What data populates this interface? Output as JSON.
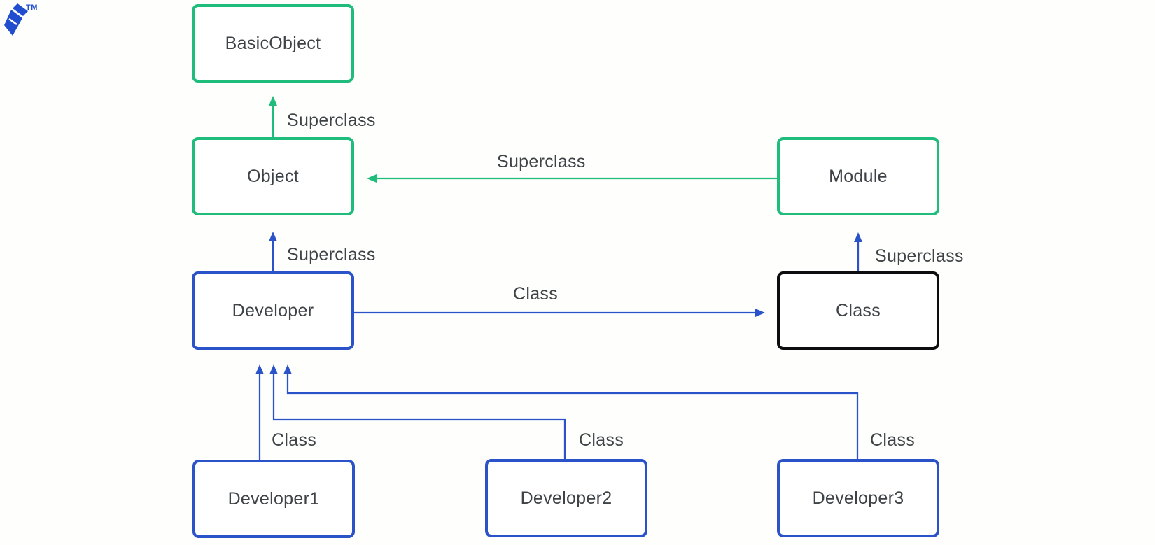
{
  "logo": {
    "trademark": "TM"
  },
  "colors": {
    "green": "#1fbc7c",
    "blue": "#2a53ca",
    "black": "#0d0d0f",
    "text": "#3e4347",
    "logo": "#204ecf"
  },
  "nodes": [
    {
      "id": "basicobject",
      "label": "BasicObject",
      "variant": "green"
    },
    {
      "id": "object",
      "label": "Object",
      "variant": "green"
    },
    {
      "id": "module",
      "label": "Module",
      "variant": "green"
    },
    {
      "id": "developer",
      "label": "Developer",
      "variant": "blue"
    },
    {
      "id": "class",
      "label": "Class",
      "variant": "black"
    },
    {
      "id": "developer1",
      "label": "Developer1",
      "variant": "blue"
    },
    {
      "id": "developer2",
      "label": "Developer2",
      "variant": "blue"
    },
    {
      "id": "developer3",
      "label": "Developer3",
      "variant": "blue"
    }
  ],
  "edges": [
    {
      "from": "Object",
      "to": "BasicObject",
      "label": "Superclass"
    },
    {
      "from": "Module",
      "to": "Object",
      "label": "Superclass"
    },
    {
      "from": "Developer",
      "to": "Object",
      "label": "Superclass"
    },
    {
      "from": "Class",
      "to": "Module",
      "label": "Superclass"
    },
    {
      "from": "Developer",
      "to": "Class",
      "label": "Class"
    },
    {
      "from": "Developer1",
      "to": "Developer",
      "label": "Class"
    },
    {
      "from": "Developer2",
      "to": "Developer",
      "label": "Class"
    },
    {
      "from": "Developer3",
      "to": "Developer",
      "label": "Class"
    }
  ]
}
